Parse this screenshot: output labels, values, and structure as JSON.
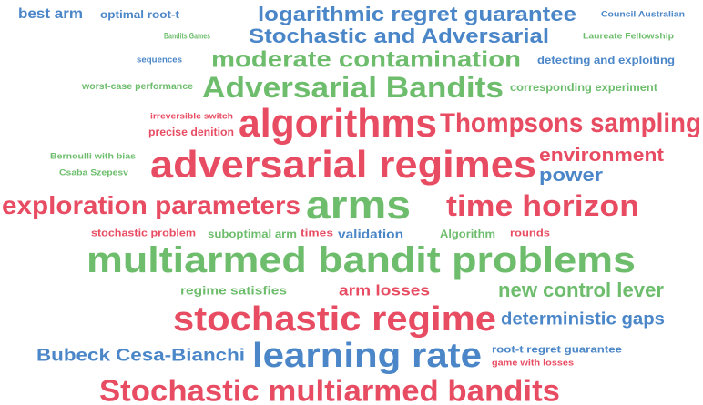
{
  "colors": {
    "red": "#e84c62",
    "green": "#6dbd6d",
    "blue": "#4a86c8"
  },
  "words": [
    "logarithmic regret guarantee",
    "Stochastic and Adversarial",
    "Bandits Games",
    "moderate contamination",
    "Laureate Fellowship",
    "Adversarial Bandits",
    "detecting and exploiting",
    "worst-case performance",
    "sequences",
    "corresponding experiment",
    "algorithms",
    "Thompsons sampling",
    "irreversible switch",
    "precise denition",
    "Council Australian",
    "best arm",
    "optimal root-t",
    "Bernoulli with bias",
    "Csaba Szepesv",
    "adversarial regimes",
    "environment",
    "power",
    "stochastic problem",
    "times",
    "rounds",
    "exploration parameters",
    "arms",
    "time horizon",
    "suboptimal arm",
    "validation",
    "Algorithm",
    "multiarmed bandit problems",
    "regime satisfies",
    "arm losses",
    "new control lever",
    "stochastic regime",
    "deterministic gaps",
    "Bubeck Cesa-Bianchi",
    "root-t regret guarantee",
    "game with losses",
    "learning rate",
    "Stochastic multiarmed bandits"
  ]
}
